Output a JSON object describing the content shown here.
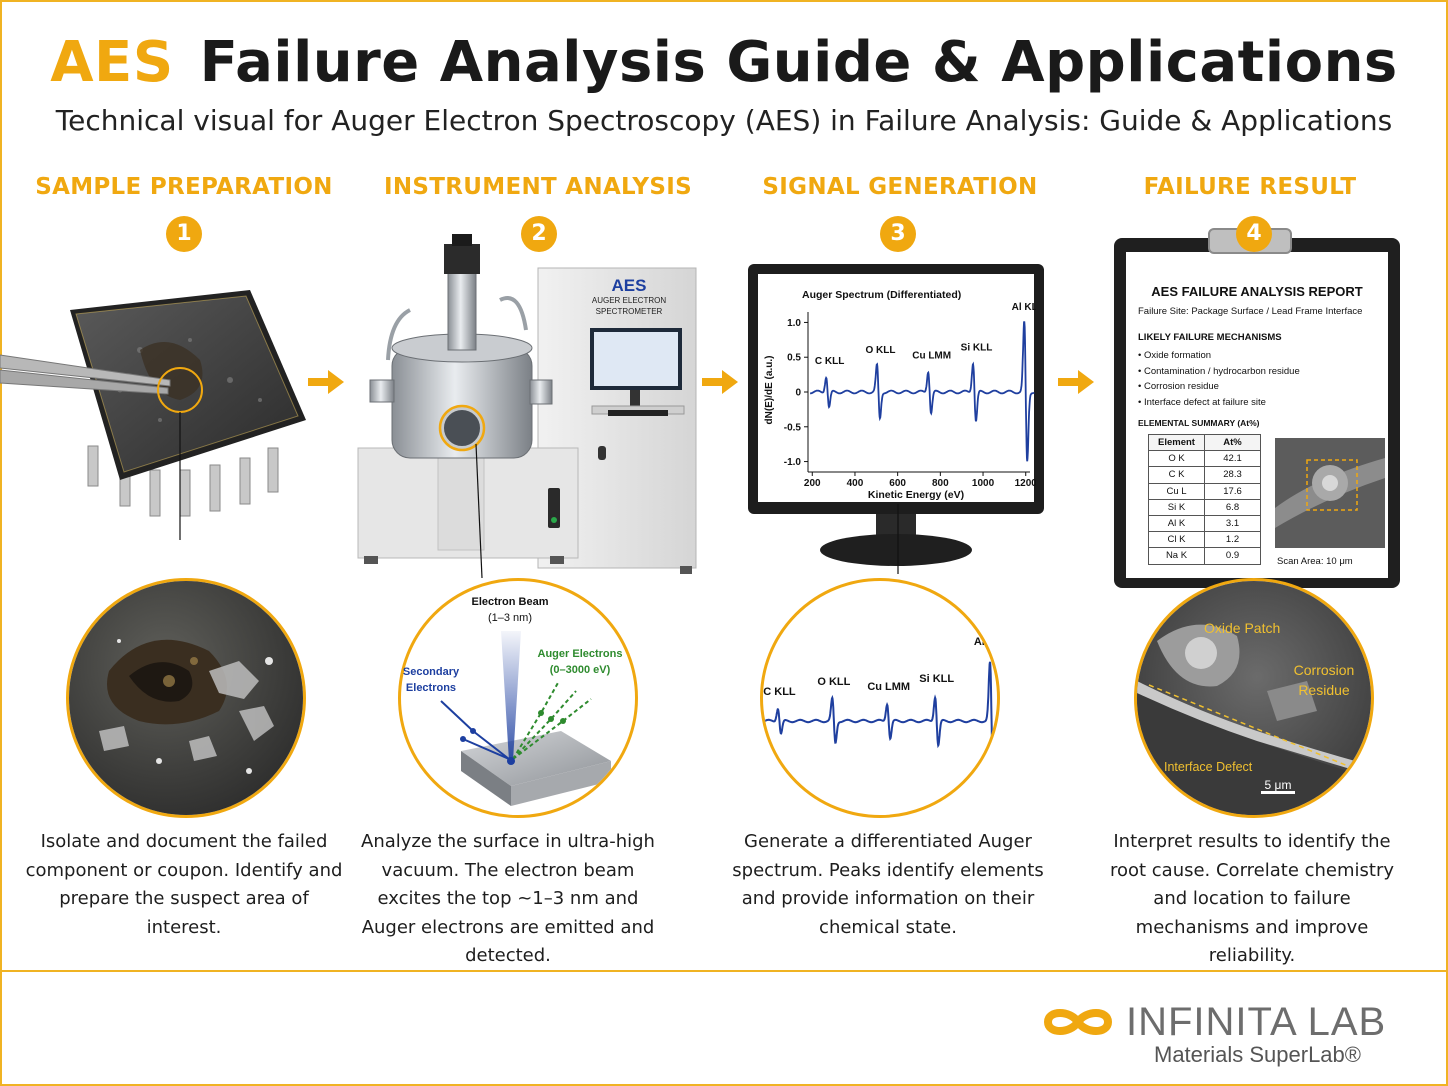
{
  "header": {
    "title_accent": "AES",
    "title_main": "Failure Analysis Guide & Applications",
    "subtitle": "Technical visual for Auger Electron Spectroscopy (AES) in Failure Analysis: Guide & Applications"
  },
  "colors": {
    "accent": "#f0a810",
    "frame": "#f0b323",
    "spectrum": "#1f3f9f",
    "auger_green": "#2e8b2e",
    "secondary_blue": "#1d3fa0"
  },
  "steps": [
    {
      "number": "1",
      "title": "SAMPLE PREPARATION",
      "description": "Isolate and document the failed component or coupon. Identify and prepare the suspect area of interest."
    },
    {
      "number": "2",
      "title": "INSTRUMENT ANALYSIS",
      "description": "Analyze the surface in ultra-high vacuum. The electron beam excites the top ~1–3 nm and Auger electrons are emitted and detected."
    },
    {
      "number": "3",
      "title": "SIGNAL GENERATION",
      "description": "Generate a differentiated Auger spectrum. Peaks identify elements and provide information on their chemical state."
    },
    {
      "number": "4",
      "title": "FAILURE RESULT",
      "description": "Interpret results to identify the root cause. Correlate chemistry and location to failure mechanisms and improve reliability."
    }
  ],
  "instrument": {
    "panel_title": "AES",
    "panel_sub1": "AUGER ELECTRON",
    "panel_sub2": "SPECTROMETER",
    "beam_label": "Electron Beam",
    "beam_range": "(1–3 nm)",
    "secondary_label_1": "Secondary",
    "secondary_label_2": "Electrons",
    "auger_label_1": "Auger Electrons",
    "auger_label_2": "(0–3000 eV)"
  },
  "chart_data": {
    "type": "line",
    "title": "Auger Spectrum (Differentiated)",
    "xlabel": "Kinetic Energy (eV)",
    "ylabel": "dN(E)/dE (a.u.)",
    "xlim": [
      180,
      1220
    ],
    "ylim": [
      -1.15,
      1.15
    ],
    "x_ticks": [
      "200",
      "400",
      "600",
      "800",
      "1000",
      "1200"
    ],
    "y_ticks": [
      "1.0",
      "0.5",
      "0",
      "-0.5",
      "-1.0"
    ],
    "peaks": [
      {
        "label": "C KLL",
        "x": 272,
        "amplitude": 0.22
      },
      {
        "label": "O KLL",
        "x": 510,
        "amplitude": 0.38
      },
      {
        "label": "Cu LMM",
        "x": 750,
        "amplitude": 0.3
      },
      {
        "label": "Si KLL",
        "x": 960,
        "amplitude": 0.42
      },
      {
        "label": "Al KLL",
        "x": 1200,
        "amplitude": 1.0
      }
    ]
  },
  "report": {
    "title": "AES FAILURE ANALYSIS REPORT",
    "site": "Failure Site: Package Surface / Lead Frame Interface",
    "mechanisms_heading": "LIKELY FAILURE MECHANISMS",
    "mechanisms": [
      "Oxide formation",
      "Contamination / hydrocarbon residue",
      "Corrosion residue",
      "Interface defect at failure site"
    ],
    "summary_heading": "ELEMENTAL SUMMARY (At%)",
    "table_headers": [
      "Element",
      "At%"
    ],
    "table_rows": [
      [
        "O K",
        "42.1"
      ],
      [
        "C K",
        "28.3"
      ],
      [
        "Cu L",
        "17.6"
      ],
      [
        "Si K",
        "6.8"
      ],
      [
        "Al K",
        "3.1"
      ],
      [
        "Cl K",
        "1.2"
      ],
      [
        "Na K",
        "0.9"
      ]
    ],
    "scan_area": "Scan Area: 10 μm"
  },
  "result_zoom": {
    "oxide": "Oxide Patch",
    "corrosion_1": "Corrosion",
    "corrosion_2": "Residue",
    "interface": "Interface Defect",
    "scale": "5 μm"
  },
  "logo": {
    "name": "INFINITA LAB",
    "tagline": "Materials SuperLab®"
  }
}
